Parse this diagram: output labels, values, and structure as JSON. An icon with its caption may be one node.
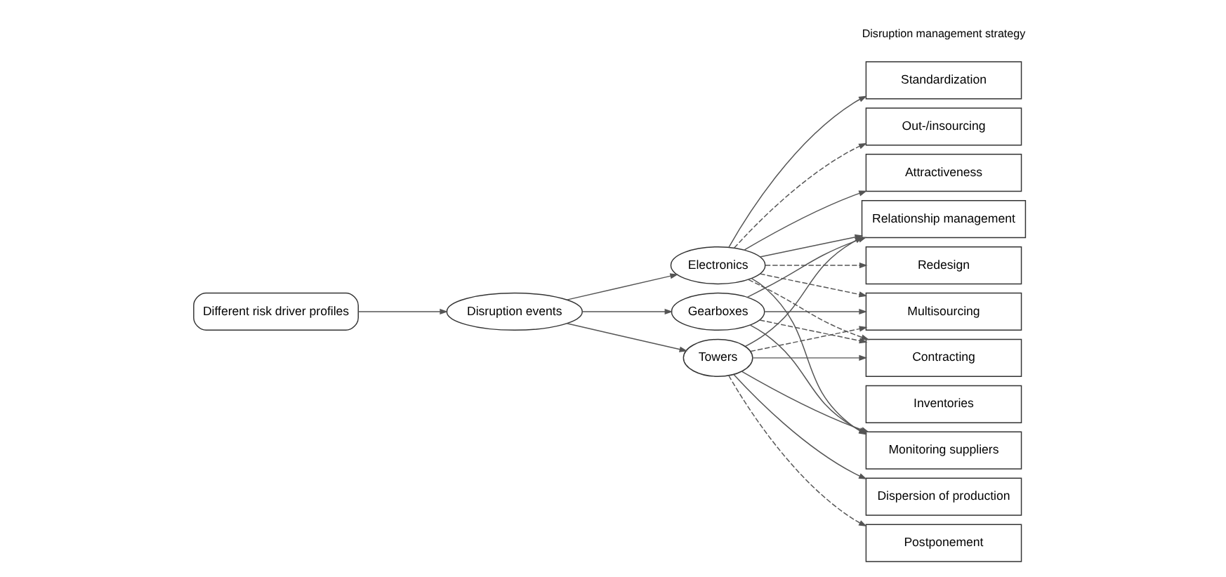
{
  "diagram": {
    "nodes": [
      {
        "text": [
          "Different risk driver profiles"
        ]
      },
      {
        "text": [
          "Disruption events"
        ]
      },
      {
        "text": [
          "Electronics"
        ]
      },
      {
        "text": [
          "Gearboxes"
        ]
      },
      {
        "text": [
          "Towers"
        ]
      },
      {
        "text": [
          "Standardization"
        ]
      },
      {
        "text": [
          "Out-/insourcing"
        ]
      },
      {
        "text": [
          "Attractiveness"
        ]
      },
      {
        "text": [
          "Relationship management"
        ]
      },
      {
        "text": [
          "Redesign"
        ]
      },
      {
        "text": [
          "Multisourcing"
        ]
      },
      {
        "text": [
          "Contracting"
        ]
      },
      {
        "text": [
          "Inventories"
        ]
      },
      {
        "text": [
          "Monitoring suppliers"
        ]
      },
      {
        "text": [
          "Dispersion of production"
        ]
      },
      {
        "text": [
          "Postponement"
        ]
      }
    ],
    "edges": [
      {
        "from": 0,
        "to": 1,
        "arrow": "to"
      },
      {
        "from": 1,
        "to": 2,
        "arrow": "to"
      },
      {
        "from": 1,
        "to": 3,
        "arrow": "to"
      },
      {
        "from": 1,
        "to": 4,
        "arrow": "to"
      },
      {
        "from": 2,
        "to": 5,
        "arrow": "to"
      },
      {
        "from": 2,
        "to": 6,
        "arrow": "to",
        "style": "dashed"
      },
      {
        "from": 2,
        "to": 7,
        "arrow": "to"
      },
      {
        "from": 2,
        "to": 8,
        "arrow": "to"
      },
      {
        "from": 2,
        "to": 9,
        "arrow": "to",
        "style": "dashed"
      },
      {
        "from": 2,
        "to": 10,
        "arrow": "to",
        "style": "dashed"
      },
      {
        "from": 2,
        "to": 11,
        "arrow": "to",
        "style": "dashed"
      },
      {
        "from": 2,
        "to": 13,
        "arrow": "to"
      },
      {
        "from": 3,
        "to": 8,
        "arrow": "to"
      },
      {
        "from": 3,
        "to": 10,
        "arrow": "to"
      },
      {
        "from": 3,
        "to": 11,
        "arrow": "to",
        "style": "dashed"
      },
      {
        "from": 3,
        "to": 13,
        "arrow": "to"
      },
      {
        "from": 4,
        "to": 8,
        "arrow": "to"
      },
      {
        "from": 4,
        "to": 10,
        "arrow": "to",
        "style": "dashed"
      },
      {
        "from": 4,
        "to": 11,
        "arrow": "to"
      },
      {
        "from": 4,
        "to": 13,
        "arrow": "to"
      },
      {
        "from": 4,
        "to": 14,
        "arrow": "to"
      },
      {
        "from": 4,
        "to": 15,
        "arrow": "to",
        "style": "dashed"
      }
    ],
    "labels": [
      "Disruption management strategy"
    ]
  }
}
